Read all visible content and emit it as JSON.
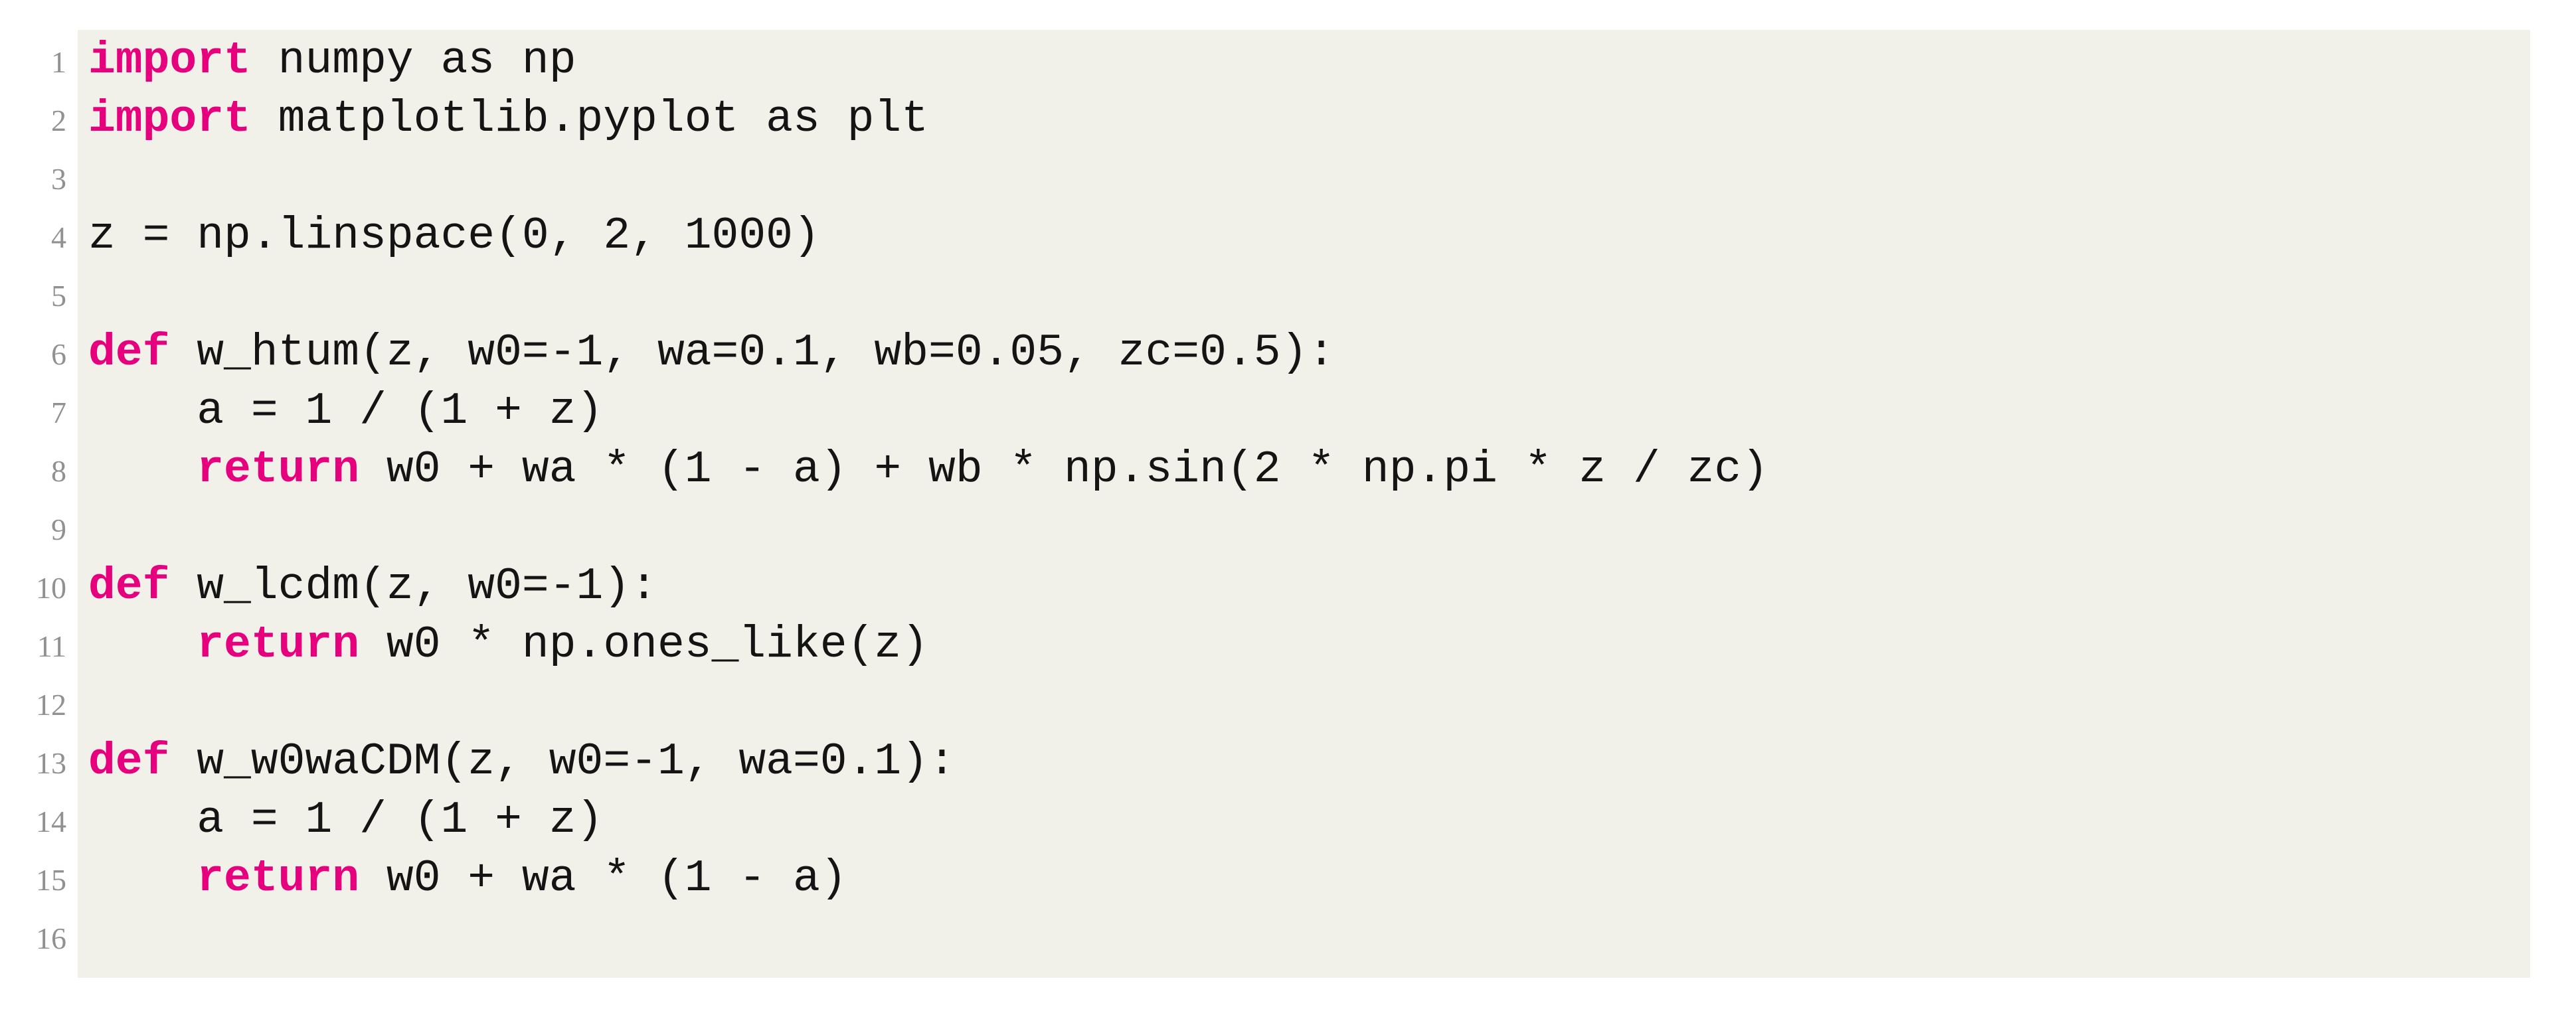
{
  "page": {
    "background_color": "#ffffff"
  },
  "code_block": {
    "language": "python",
    "background_color": "#f1f0e9",
    "text_color": "#141414",
    "keyword_color": "#e6007d",
    "line_number_color": "#919191",
    "lines": [
      {
        "number": "1",
        "tokens": [
          {
            "type": "keyword",
            "text": "import"
          },
          {
            "type": "plain",
            "text": " numpy as np"
          }
        ]
      },
      {
        "number": "2",
        "tokens": [
          {
            "type": "keyword",
            "text": "import"
          },
          {
            "type": "plain",
            "text": " matplotlib.pyplot as plt"
          }
        ]
      },
      {
        "number": "3",
        "tokens": []
      },
      {
        "number": "4",
        "tokens": [
          {
            "type": "plain",
            "text": "z = np.linspace(0, 2, 1000)"
          }
        ]
      },
      {
        "number": "5",
        "tokens": []
      },
      {
        "number": "6",
        "tokens": [
          {
            "type": "keyword",
            "text": "def"
          },
          {
            "type": "plain",
            "text": " w_htum(z, w0=-1, wa=0.1, wb=0.05, zc=0.5):"
          }
        ]
      },
      {
        "number": "7",
        "tokens": [
          {
            "type": "plain",
            "text": "    a = 1 / (1 + z)"
          }
        ]
      },
      {
        "number": "8",
        "tokens": [
          {
            "type": "plain",
            "text": "    "
          },
          {
            "type": "keyword",
            "text": "return"
          },
          {
            "type": "plain",
            "text": " w0 + wa * (1 - a) + wb * np.sin(2 * np.pi * z / zc)"
          }
        ]
      },
      {
        "number": "9",
        "tokens": []
      },
      {
        "number": "10",
        "tokens": [
          {
            "type": "keyword",
            "text": "def"
          },
          {
            "type": "plain",
            "text": " w_lcdm(z, w0=-1):"
          }
        ]
      },
      {
        "number": "11",
        "tokens": [
          {
            "type": "plain",
            "text": "    "
          },
          {
            "type": "keyword",
            "text": "return"
          },
          {
            "type": "plain",
            "text": " w0 * np.ones_like(z)"
          }
        ]
      },
      {
        "number": "12",
        "tokens": []
      },
      {
        "number": "13",
        "tokens": [
          {
            "type": "keyword",
            "text": "def"
          },
          {
            "type": "plain",
            "text": " w_w0waCDM(z, w0=-1, wa=0.1):"
          }
        ]
      },
      {
        "number": "14",
        "tokens": [
          {
            "type": "plain",
            "text": "    a = 1 / (1 + z)"
          }
        ]
      },
      {
        "number": "15",
        "tokens": [
          {
            "type": "plain",
            "text": "    "
          },
          {
            "type": "keyword",
            "text": "return"
          },
          {
            "type": "plain",
            "text": " w0 + wa * (1 - a)"
          }
        ]
      },
      {
        "number": "16",
        "tokens": []
      }
    ]
  }
}
